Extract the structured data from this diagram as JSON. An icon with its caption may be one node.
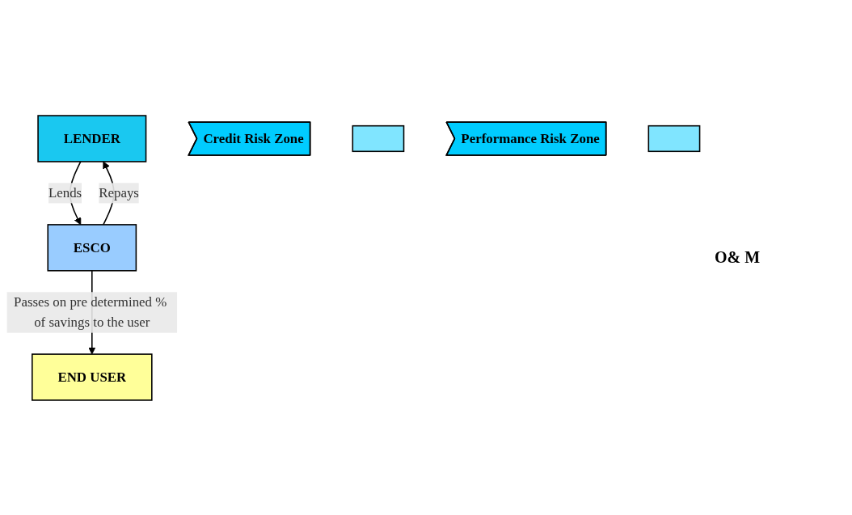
{
  "diagram": {
    "nodes": [
      {
        "text": [
          "LENDER"
        ]
      },
      {
        "text": [
          "Credit Risk Zone"
        ]
      },
      {
        "text": [],
        "shape": "box"
      },
      {
        "text": [
          "Performance Risk Zone"
        ]
      },
      {
        "text": [
          "ESCO"
        ]
      },
      {
        "text": [],
        "shape": "box"
      },
      {
        "text": [
          "END USER"
        ]
      }
    ],
    "edges": [
      {
        "from": 0,
        "to": 4,
        "arrow": "to",
        "label": "Lends"
      },
      {
        "from": 4,
        "to": 0,
        "arrow": "to",
        "label": "Repays"
      },
      {
        "from": 4,
        "to": 6,
        "arrow": "to",
        "label": "Passes on pre determined % of savings to the user"
      }
    ],
    "labels": [
      "O& M"
    ]
  }
}
